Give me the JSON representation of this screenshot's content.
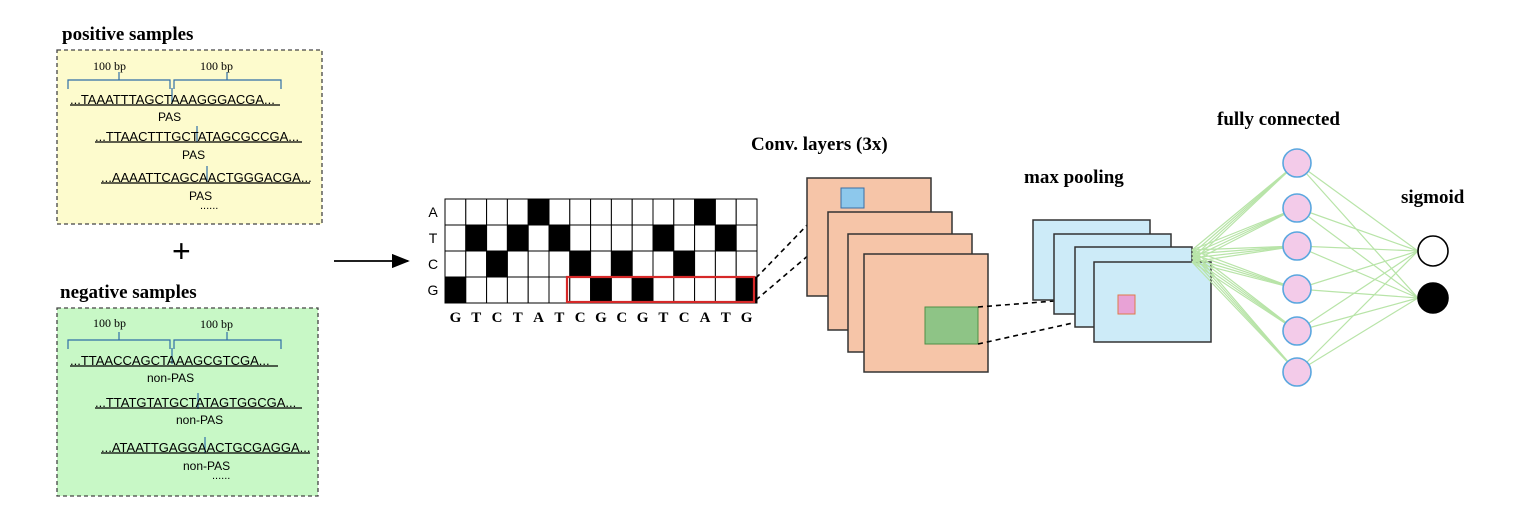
{
  "positive": {
    "title": "positive samples",
    "bp_left": "100 bp",
    "bp_right": "100 bp",
    "seqs": [
      "...TAAATTTAGCTAAAGGGACGA...",
      "...TTAACTTTGCTATAGCGCCGA...",
      "...AAAATTCAGCAACTGGGACGA..."
    ],
    "tags": [
      "PAS",
      "PAS",
      "PAS"
    ],
    "ellipsis": "......"
  },
  "plus": "+",
  "negative": {
    "title": "negative samples",
    "bp_left": "100 bp",
    "bp_right": "100 bp",
    "seqs": [
      "...TTAACCAGCTAAAGCGTCGA...",
      "...TTATGTATGCTATAGTGGCGA...",
      "...ATAATTGAGGAACTGCGAGGA..."
    ],
    "tags": [
      "non-PAS",
      "non-PAS",
      "non-PAS"
    ],
    "ellipsis": "......"
  },
  "onehot": {
    "row_labels": [
      "A",
      "T",
      "C",
      "G"
    ],
    "sequence": [
      "G",
      "T",
      "C",
      "T",
      "A",
      "T",
      "C",
      "G",
      "C",
      "G",
      "T",
      "C",
      "A",
      "T",
      "G"
    ]
  },
  "labels": {
    "conv": "Conv. layers (3x)",
    "maxpool": "max pooling",
    "fc": "fully connected",
    "sigmoid": "sigmoid"
  },
  "colors": {
    "positive_bg": "#fdfbcd",
    "negative_bg": "#c8f8c6",
    "conv_fill": "#f6c5a8",
    "pool_fill": "#cdebf8",
    "filter_blue": "#8dc8ec",
    "green_patch": "#8ec486",
    "pink_patch": "#e8a2d6",
    "node_fill": "#f3cbe9",
    "node_stroke": "#5aa7df",
    "edge_color": "#b8e4a8",
    "highlight_red": "#d62828"
  }
}
